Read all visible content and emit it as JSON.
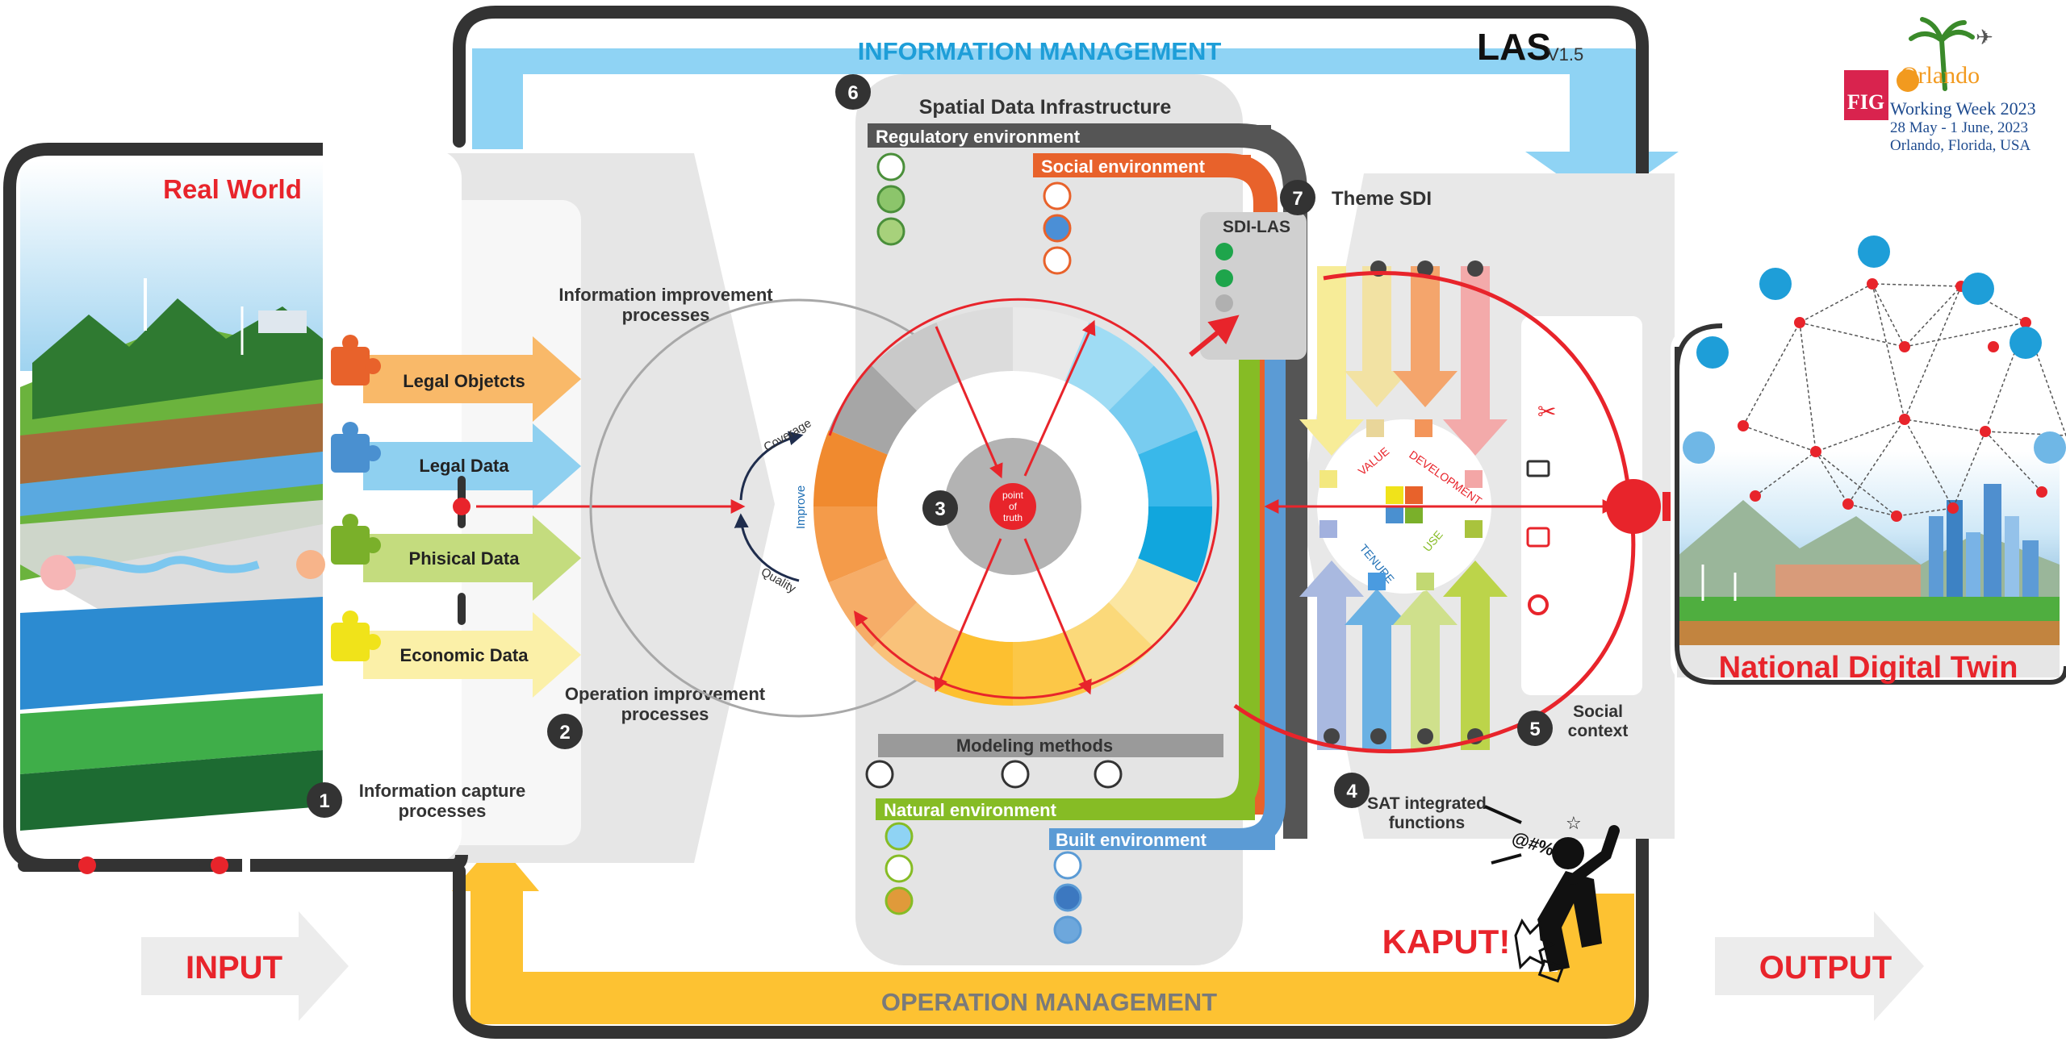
{
  "header": {
    "system_label": "LAS",
    "version": "V1.5"
  },
  "sections": {
    "information_management": "INFORMATION MANAGEMENT",
    "operation_management": "OPERATION MANAGEMENT",
    "input": "INPUT",
    "output": "OUTPUT"
  },
  "real_world": {
    "title": "Real World"
  },
  "data_arrows": [
    {
      "label": "Legal Objetcts",
      "color": "#f9b969",
      "puzzle": "#e8622b"
    },
    {
      "label": "Legal Data",
      "color": "#8fd0f0",
      "puzzle": "#4a90d0"
    },
    {
      "label": "Phisical Data",
      "color": "#c4dc7e",
      "puzzle": "#7ab02a"
    },
    {
      "label": "Economic Data",
      "color": "#fbf0a8",
      "puzzle": "#f0e31a"
    }
  ],
  "steps": {
    "s1": {
      "num": "1",
      "label_line1": "Information capture",
      "label_line2": "processes"
    },
    "s2": {
      "num": "2",
      "label_line1": "Operation improvement",
      "label_line2": "processes"
    },
    "s3": {
      "num": "3"
    },
    "s4": {
      "num": "4",
      "label_line1": "SAT integrated",
      "label_line2": "functions"
    },
    "s5": {
      "num": "5",
      "label_line1": "Social",
      "label_line2": "context"
    },
    "s6": {
      "num": "6",
      "label": "Spatial Data Infrastructure"
    },
    "s7": {
      "num": "7",
      "label": "Theme SDI"
    }
  },
  "info_improvement": {
    "line1": "Information improvement",
    "line2": "processes"
  },
  "cycle_labels": {
    "coverage": "Coverage",
    "improve": "Improve",
    "quality": "Quality"
  },
  "point_of_truth": {
    "line1": "point",
    "line2": "of",
    "line3": "truth"
  },
  "environments": {
    "regulatory": "Regulatory environment",
    "social": "Social environment",
    "natural": "Natural environment",
    "built": "Built environment",
    "modeling": "Modeling methods"
  },
  "sdi_las": {
    "label": "SDI-LAS"
  },
  "sat_words": {
    "value": "VALUE",
    "development": "DEVELOPMENT",
    "tenure": "TENURE",
    "use": "USE"
  },
  "kaput": {
    "label": "KAPUT!",
    "swear": "@#%!"
  },
  "digital_twin": {
    "label": "National Digital Twin"
  },
  "conference": {
    "org": "FIG",
    "city_logo": "Orlando",
    "line1": "Working Week 2023",
    "line2": "28 May - 1 June, 2023",
    "line3": "Orlando, Florida, USA"
  },
  "colors": {
    "info_blue": "#8fd3f4",
    "info_text": "#1e9ed8",
    "operation_yellow": "#fdc232",
    "operation_text": "#7a7a7a",
    "frame_dark": "#333333",
    "red": "#e8242b",
    "sdi_green": "#86bc25",
    "sdi_blue": "#5b9bd5",
    "social_orange": "#e8622b",
    "regulatory_gray": "#555555"
  }
}
